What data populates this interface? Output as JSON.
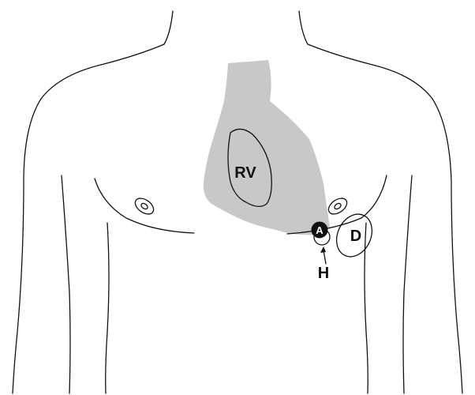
{
  "labels": {
    "right_ventricle": "RV",
    "marker_a": "A",
    "marker_d": "D",
    "marker_h": "H"
  },
  "colors": {
    "heart_fill": "#c8c8c8",
    "outline": "#111111",
    "marker_a_fill": "#111111",
    "marker_a_text": "#ffffff",
    "background": "#ffffff"
  }
}
